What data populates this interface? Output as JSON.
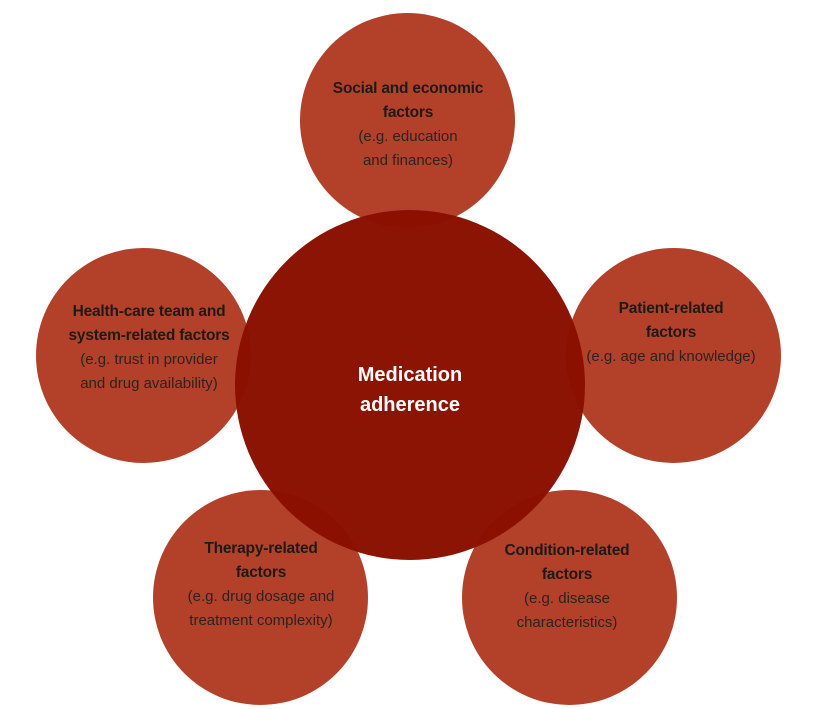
{
  "diagram": {
    "center": {
      "line1": "Medication",
      "line2": "adherence"
    },
    "factors": {
      "social": {
        "heading1": "Social and economic",
        "heading2": "factors",
        "desc1": "(e.g. education",
        "desc2": "and finances)"
      },
      "patient": {
        "heading1": "Patient-related",
        "heading2": "factors",
        "desc1": "(e.g. age and knowledge)"
      },
      "condition": {
        "heading1": "Condition-related",
        "heading2": "factors",
        "desc1": "(e.g. disease",
        "desc2": "characteristics)"
      },
      "therapy": {
        "heading1": "Therapy-related",
        "heading2": "factors",
        "desc1": "(e.g. drug dosage and",
        "desc2": "treatment complexity)"
      },
      "healthcare": {
        "heading1": "Health-care team and",
        "heading2": "system-related factors",
        "desc1": "(e.g. trust in provider",
        "desc2": "and drug availability)"
      }
    },
    "colors": {
      "outer_circle": "#a8250a",
      "center_circle": "#8a0f00",
      "center_text": "#ffffff"
    }
  }
}
